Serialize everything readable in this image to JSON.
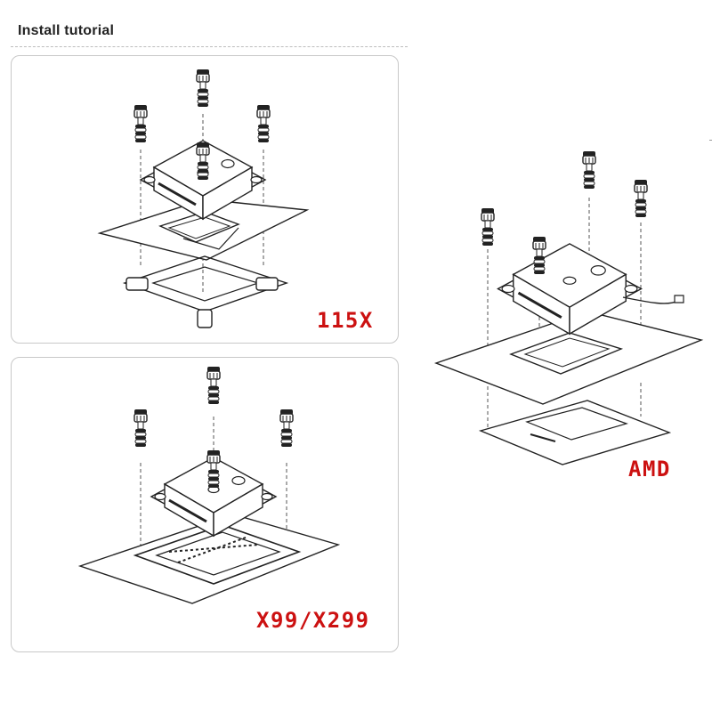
{
  "page": {
    "title": "Install tutorial"
  },
  "labels": {
    "intel_115x": "115X",
    "intel_x99": "X99/X299",
    "amd": "AMD"
  },
  "colors": {
    "label_red": "#cc1111",
    "line": "#333333",
    "panel_border": "#c8c8c8"
  }
}
